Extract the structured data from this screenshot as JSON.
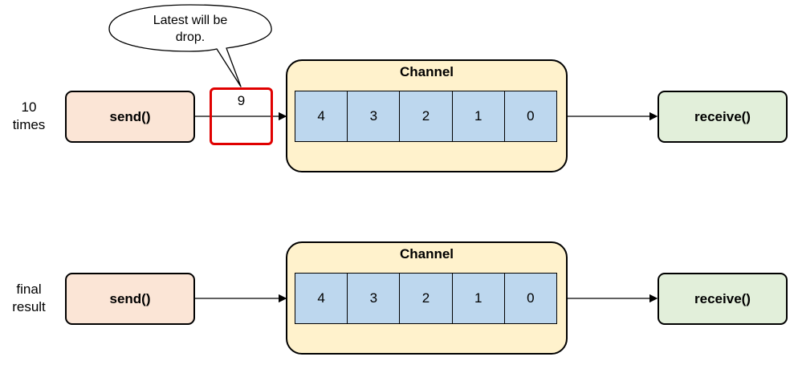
{
  "rows": [
    {
      "side_label_line1": "10",
      "side_label_line2": "times",
      "sender": "send()",
      "channel_title": "Channel",
      "buffer": [
        "4",
        "3",
        "2",
        "1",
        "0"
      ],
      "receiver": "receive()",
      "dropped_value": "9",
      "callout_line1": "Latest will be",
      "callout_line2": "drop."
    },
    {
      "side_label_line1": "final",
      "side_label_line2": "result",
      "sender": "send()",
      "channel_title": "Channel",
      "buffer": [
        "4",
        "3",
        "2",
        "1",
        "0"
      ],
      "receiver": "receive()"
    }
  ],
  "colors": {
    "sender_fill": "#fbe5d6",
    "channel_fill": "#fff2cc",
    "buffer_fill": "#bdd7ee",
    "receiver_fill": "#e2efda",
    "highlight": "#e00000"
  }
}
